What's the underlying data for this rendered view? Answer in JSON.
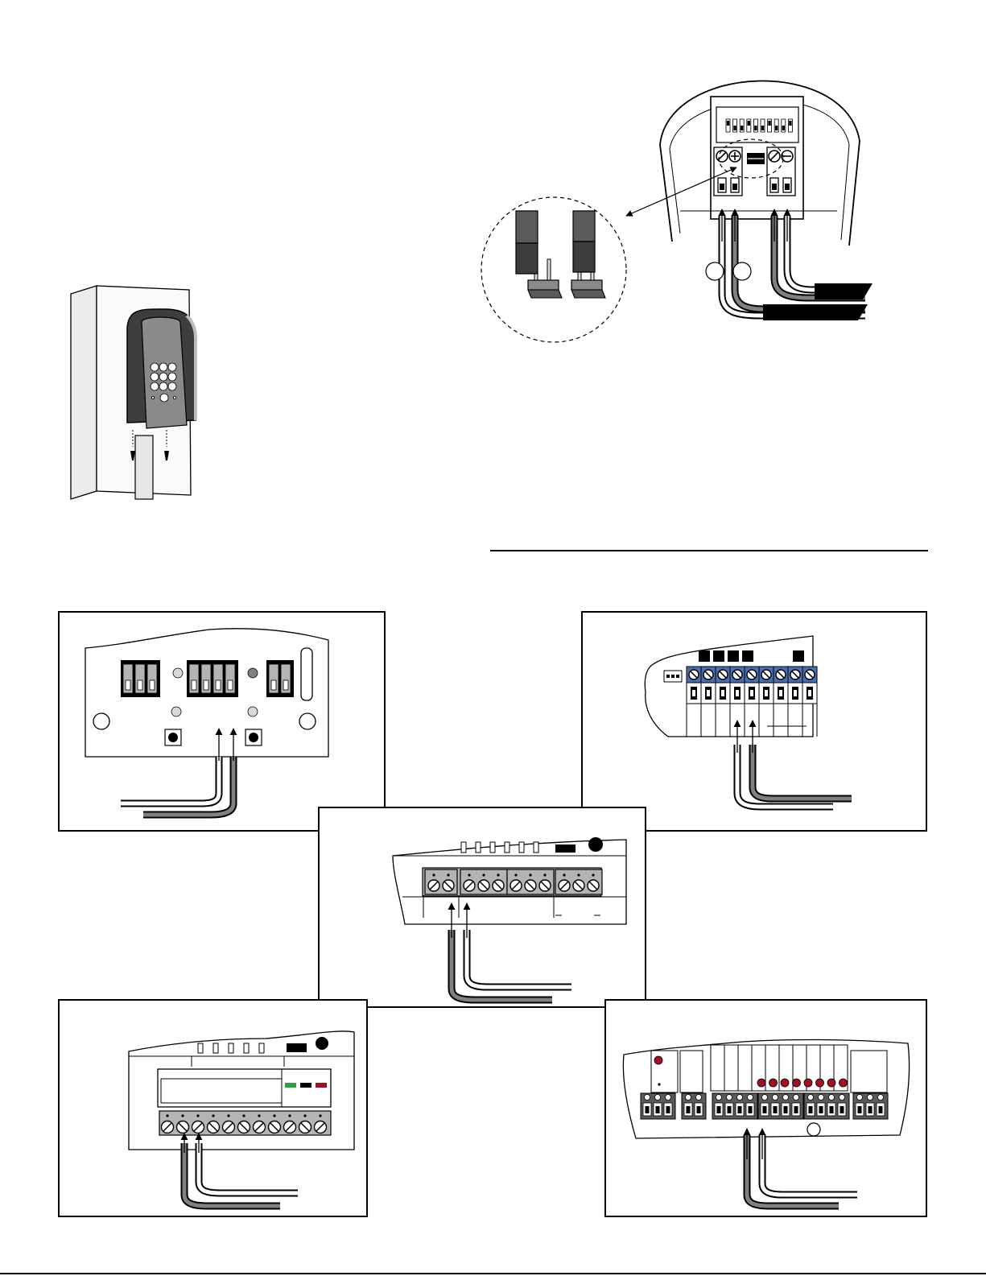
{
  "page": {
    "language": "none",
    "printed_text": []
  },
  "figures": [
    {
      "id": "keypad-mounted-on-post",
      "kind": "illustration"
    },
    {
      "id": "keypad-terminal-wiring",
      "kind": "wiring-diagram",
      "detail": "jumper-settings-inset"
    },
    {
      "id": "opener-panel-a",
      "kind": "wiring-diagram"
    },
    {
      "id": "opener-panel-b",
      "kind": "wiring-diagram"
    },
    {
      "id": "opener-panel-c",
      "kind": "wiring-diagram"
    },
    {
      "id": "opener-panel-d",
      "kind": "wiring-diagram"
    },
    {
      "id": "opener-panel-e",
      "kind": "wiring-diagram"
    }
  ],
  "colors": {
    "ink": "#000000",
    "wire_grey": "#808080",
    "housing_grey": "#5a5a5a",
    "panel_grey": "#b4b4b4",
    "terminal_blue": "#4a6fb0",
    "led_red": "#a01020",
    "led_green": "#2aa040",
    "post_face": "#f4f4f4"
  }
}
